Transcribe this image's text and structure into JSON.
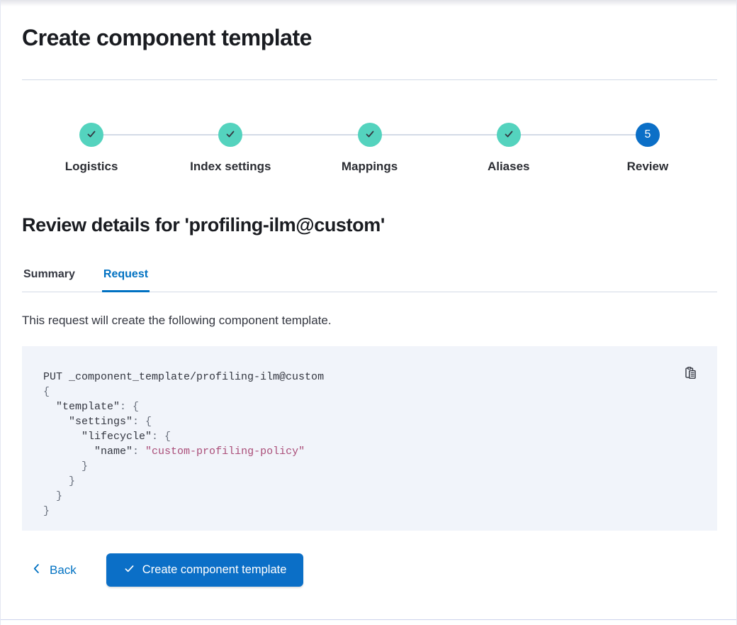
{
  "page": {
    "title": "Create component template"
  },
  "stepper": {
    "steps": [
      {
        "label": "Logistics",
        "status": "complete"
      },
      {
        "label": "Index settings",
        "status": "complete"
      },
      {
        "label": "Mappings",
        "status": "complete"
      },
      {
        "label": "Aliases",
        "status": "complete"
      },
      {
        "label": "Review",
        "status": "current",
        "number": "5"
      }
    ]
  },
  "review": {
    "heading": "Review details for 'profiling-ilm@custom'",
    "tabs": [
      {
        "label": "Summary",
        "active": false
      },
      {
        "label": "Request",
        "active": true
      }
    ],
    "description": "This request will create the following component template."
  },
  "code_block": {
    "copy_icon": "copy-clipboard-icon",
    "lines": [
      [
        [
          "plain",
          "PUT _component_template/profiling-ilm@custom"
        ]
      ],
      [
        [
          "punct",
          "{"
        ]
      ],
      [
        [
          "punct",
          "  "
        ],
        [
          "key",
          "\"template\""
        ],
        [
          "punct",
          ": {"
        ]
      ],
      [
        [
          "punct",
          "    "
        ],
        [
          "key",
          "\"settings\""
        ],
        [
          "punct",
          ": {"
        ]
      ],
      [
        [
          "punct",
          "      "
        ],
        [
          "key",
          "\"lifecycle\""
        ],
        [
          "punct",
          ": {"
        ]
      ],
      [
        [
          "punct",
          "        "
        ],
        [
          "key",
          "\"name\""
        ],
        [
          "punct",
          ": "
        ],
        [
          "string",
          "\"custom-profiling-policy\""
        ]
      ],
      [
        [
          "punct",
          "      }"
        ]
      ],
      [
        [
          "punct",
          "    }"
        ]
      ],
      [
        [
          "punct",
          "  }"
        ]
      ],
      [
        [
          "punct",
          "}"
        ]
      ]
    ]
  },
  "footer": {
    "back_label": "Back",
    "create_label": "Create component template"
  },
  "colors": {
    "primary_blue": "#0b6fc7",
    "link_blue": "#0071c2",
    "step_complete_teal": "#54d3be",
    "code_background": "#f1f4fa",
    "divider": "#d3dae6",
    "text_dark": "#1a1c21",
    "text_body": "#343741",
    "code_string_pink": "#aa4d78",
    "code_punct_gray": "#69707d"
  }
}
